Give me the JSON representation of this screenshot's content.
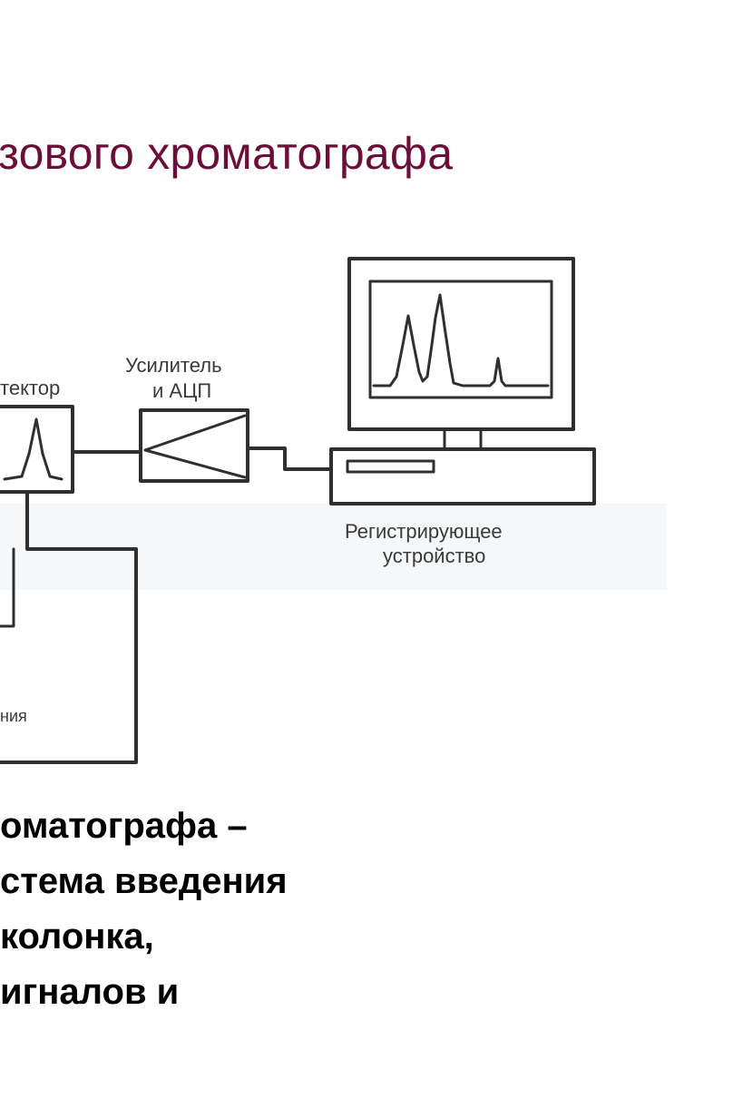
{
  "slide": {
    "title": "зового хроматографа",
    "title_color": "#6b0f3a"
  },
  "diagram": {
    "labels": {
      "detector": "тектор",
      "amplifier_line1": "Усилитель",
      "amplifier_line2": "и АЦП",
      "recorder_line1": "Регистрирующее",
      "recorder_line2": "устройство",
      "bottom_block": "ния"
    },
    "line_color": "#2f2f2f"
  },
  "body": {
    "lines": [
      "оматографа –",
      "стема введения",
      "колонка,",
      "игналов и"
    ]
  }
}
